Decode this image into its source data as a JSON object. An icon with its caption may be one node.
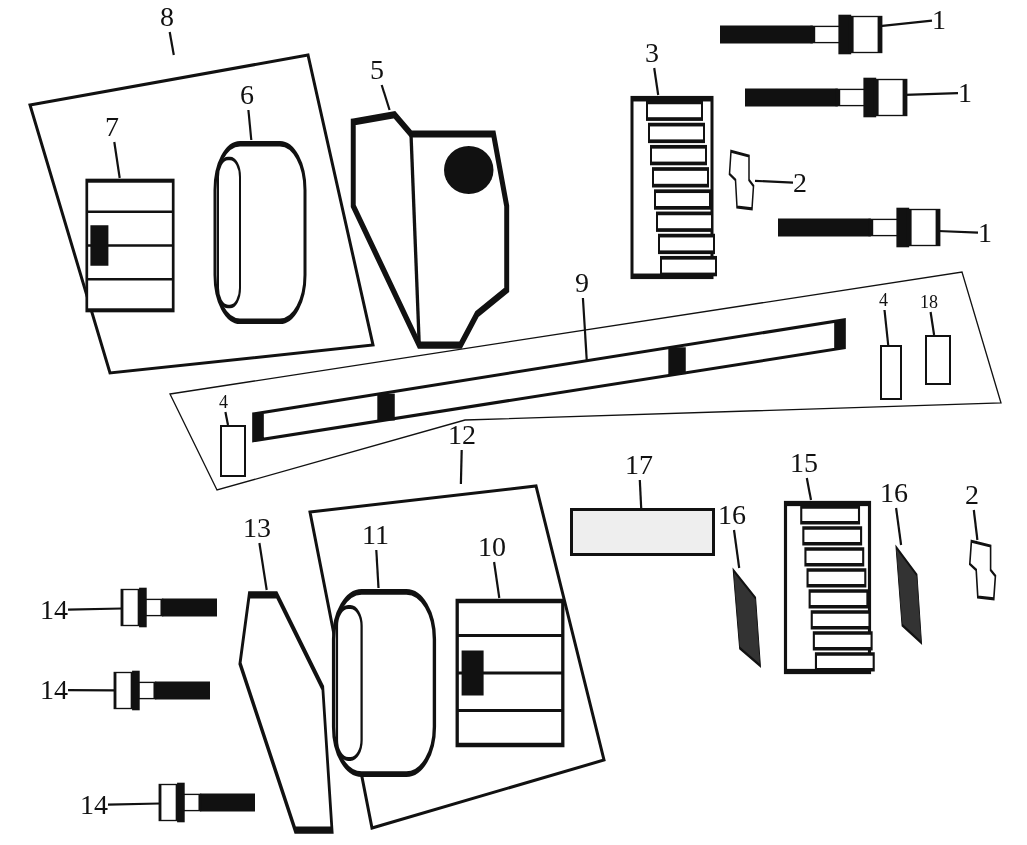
{
  "diagram": {
    "nodes": [
      {
        "text": [],
        "shape": "box"
      },
      {
        "text": [
          "8"
        ]
      },
      {
        "text": [
          "7"
        ],
        "in": 0
      },
      {
        "text": [],
        "shape": "picture",
        "in": 0
      },
      {
        "text": [
          "6"
        ],
        "in": 0
      },
      {
        "text": [],
        "shape": "picture",
        "in": 0
      },
      {
        "text": [
          "5"
        ]
      },
      {
        "text": [],
        "shape": "picture"
      },
      {
        "text": [
          "3"
        ]
      },
      {
        "text": [],
        "shape": "picture"
      },
      {
        "text": [
          "1"
        ]
      },
      {
        "text": [],
        "shape": "picture"
      },
      {
        "text": [
          "1"
        ]
      },
      {
        "text": [],
        "shape": "picture"
      },
      {
        "text": [
          "2"
        ]
      },
      {
        "text": [],
        "shape": "picture"
      },
      {
        "text": [
          "1"
        ]
      },
      {
        "text": [],
        "shape": "picture"
      },
      {
        "text": [],
        "shape": "box"
      },
      {
        "text": [
          "9"
        ]
      },
      {
        "text": [],
        "shape": "picture",
        "in": 18
      },
      {
        "text": [
          "4"
        ],
        "in": 18
      },
      {
        "text": [],
        "shape": "box",
        "in": 18
      },
      {
        "text": [
          "18"
        ],
        "in": 18
      },
      {
        "text": [],
        "shape": "box",
        "in": 18
      },
      {
        "text": [
          "4"
        ],
        "in": 18
      },
      {
        "text": [],
        "shape": "box",
        "in": 18
      },
      {
        "text": [],
        "shape": "box"
      },
      {
        "text": [
          "12"
        ]
      },
      {
        "text": [
          "13"
        ]
      },
      {
        "text": [],
        "shape": "picture"
      },
      {
        "text": [
          "11"
        ],
        "in": 27
      },
      {
        "text": [],
        "shape": "picture",
        "in": 27
      },
      {
        "text": [
          "10"
        ],
        "in": 27
      },
      {
        "text": [],
        "shape": "picture",
        "in": 27
      },
      {
        "text": [
          "17"
        ]
      },
      {
        "text": [],
        "shape": "box"
      },
      {
        "text": [
          "16"
        ]
      },
      {
        "text": [],
        "shape": "picture"
      },
      {
        "text": [
          "15"
        ]
      },
      {
        "text": [],
        "shape": "picture"
      },
      {
        "text": [
          "16"
        ]
      },
      {
        "text": [],
        "shape": "picture"
      },
      {
        "text": [
          "2"
        ]
      },
      {
        "text": [],
        "shape": "picture"
      },
      {
        "text": [
          "14"
        ]
      },
      {
        "text": [],
        "shape": "picture"
      },
      {
        "text": [
          "14"
        ]
      },
      {
        "text": [],
        "shape": "picture"
      },
      {
        "text": [
          "14"
        ]
      },
      {
        "text": [],
        "shape": "picture"
      }
    ],
    "edges": [
      {
        "from": 1,
        "to": 0,
        "arrow": "none"
      },
      {
        "from": 2,
        "to": 3,
        "arrow": "none"
      },
      {
        "from": 4,
        "to": 5,
        "arrow": "none"
      },
      {
        "from": 6,
        "to": 7,
        "arrow": "none"
      },
      {
        "from": 8,
        "to": 9,
        "arrow": "none"
      },
      {
        "from": 10,
        "to": 11,
        "arrow": "none"
      },
      {
        "from": 12,
        "to": 13,
        "arrow": "none"
      },
      {
        "from": 14,
        "to": 15,
        "arrow": "none"
      },
      {
        "from": 16,
        "to": 17,
        "arrow": "none"
      },
      {
        "from": 19,
        "to": 20,
        "arrow": "none"
      },
      {
        "from": 21,
        "to": 22,
        "arrow": "none"
      },
      {
        "from": 23,
        "to": 24,
        "arrow": "none"
      },
      {
        "from": 25,
        "to": 26,
        "arrow": "none"
      },
      {
        "from": 28,
        "to": 27,
        "arrow": "none"
      },
      {
        "from": 29,
        "to": 30,
        "arrow": "none"
      },
      {
        "from": 31,
        "to": 32,
        "arrow": "none"
      },
      {
        "from": 33,
        "to": 34,
        "arrow": "none"
      },
      {
        "from": 35,
        "to": 36,
        "arrow": "none"
      },
      {
        "from": 37,
        "to": 38,
        "arrow": "none"
      },
      {
        "from": 39,
        "to": 40,
        "arrow": "none"
      },
      {
        "from": 41,
        "to": 42,
        "arrow": "none"
      },
      {
        "from": 43,
        "to": 44,
        "arrow": "none"
      },
      {
        "from": 45,
        "to": 46,
        "arrow": "none"
      },
      {
        "from": 47,
        "to": 48,
        "arrow": "none"
      },
      {
        "from": 49,
        "to": 50,
        "arrow": "none"
      }
    ]
  }
}
